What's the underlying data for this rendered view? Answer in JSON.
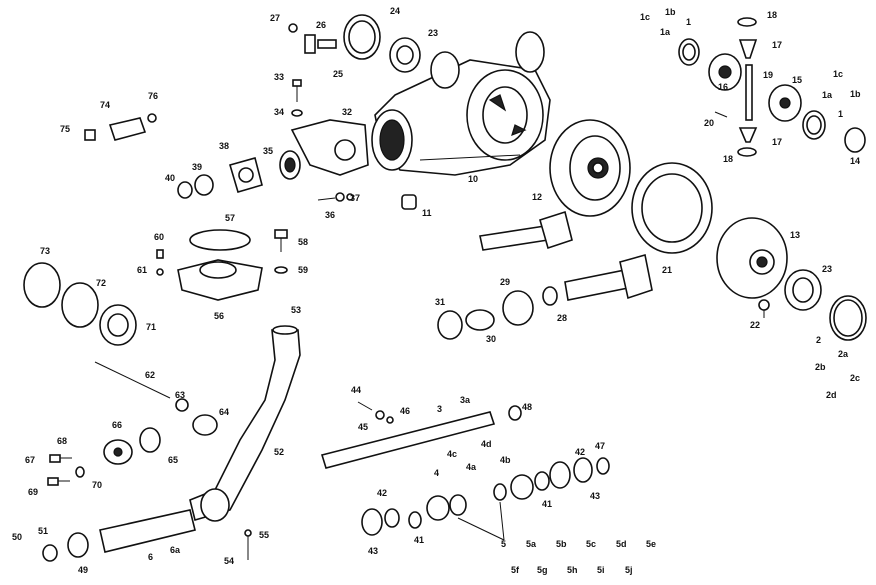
{
  "labels": [
    "1",
    "1a",
    "1b",
    "1c",
    "1",
    "1a",
    "1b",
    "1c",
    "2",
    "2a",
    "2b",
    "2c",
    "2d",
    "3",
    "3a",
    "4",
    "4a",
    "4b",
    "4c",
    "4d",
    "5",
    "5a",
    "5b",
    "5c",
    "5d",
    "5e",
    "5f",
    "5g",
    "5h",
    "5i",
    "5j",
    "6",
    "6a",
    "10",
    "11",
    "12",
    "13",
    "14",
    "15",
    "16",
    "17",
    "17",
    "18",
    "18",
    "19",
    "20",
    "21",
    "22",
    "23",
    "23",
    "24",
    "25",
    "26",
    "27",
    "28",
    "29",
    "30",
    "31",
    "32",
    "33",
    "34",
    "35",
    "36",
    "37",
    "38",
    "39",
    "40",
    "41",
    "41",
    "42",
    "42",
    "43",
    "43",
    "44",
    "45",
    "46",
    "47",
    "48",
    "49",
    "50",
    "51",
    "52",
    "53",
    "54",
    "55",
    "56",
    "57",
    "58",
    "59",
    "60",
    "61",
    "62",
    "63",
    "64",
    "65",
    "66",
    "67",
    "68",
    "69",
    "70",
    "71",
    "72",
    "73",
    "74",
    "75",
    "76"
  ],
  "colors": {
    "ink": "#111111",
    "paper": "#ffffff"
  }
}
